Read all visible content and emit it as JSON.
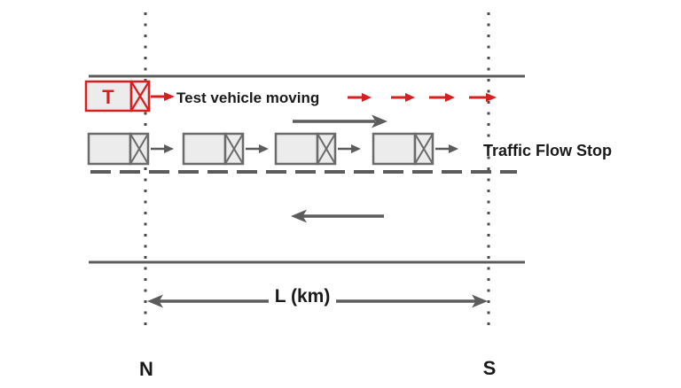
{
  "diagram": {
    "labels": {
      "test_vehicle_marker": "T",
      "test_vehicle_caption": "Test vehicle moving",
      "traffic_flow_caption": "Traffic Flow Stop",
      "section_length": "L (km)",
      "start_point": "N",
      "end_point": "S"
    },
    "counts": {
      "traffic_vehicles": 4,
      "red_direction_arrows": 4,
      "station_lines": 2
    },
    "colors": {
      "accent_red": "#d71f1f",
      "line_gray": "#5c5c5c",
      "vehicle_fill": "#ececec",
      "vehicle_border": "#6b6b6b",
      "text_black": "#1a1a1a",
      "background": "#ffffff"
    }
  }
}
